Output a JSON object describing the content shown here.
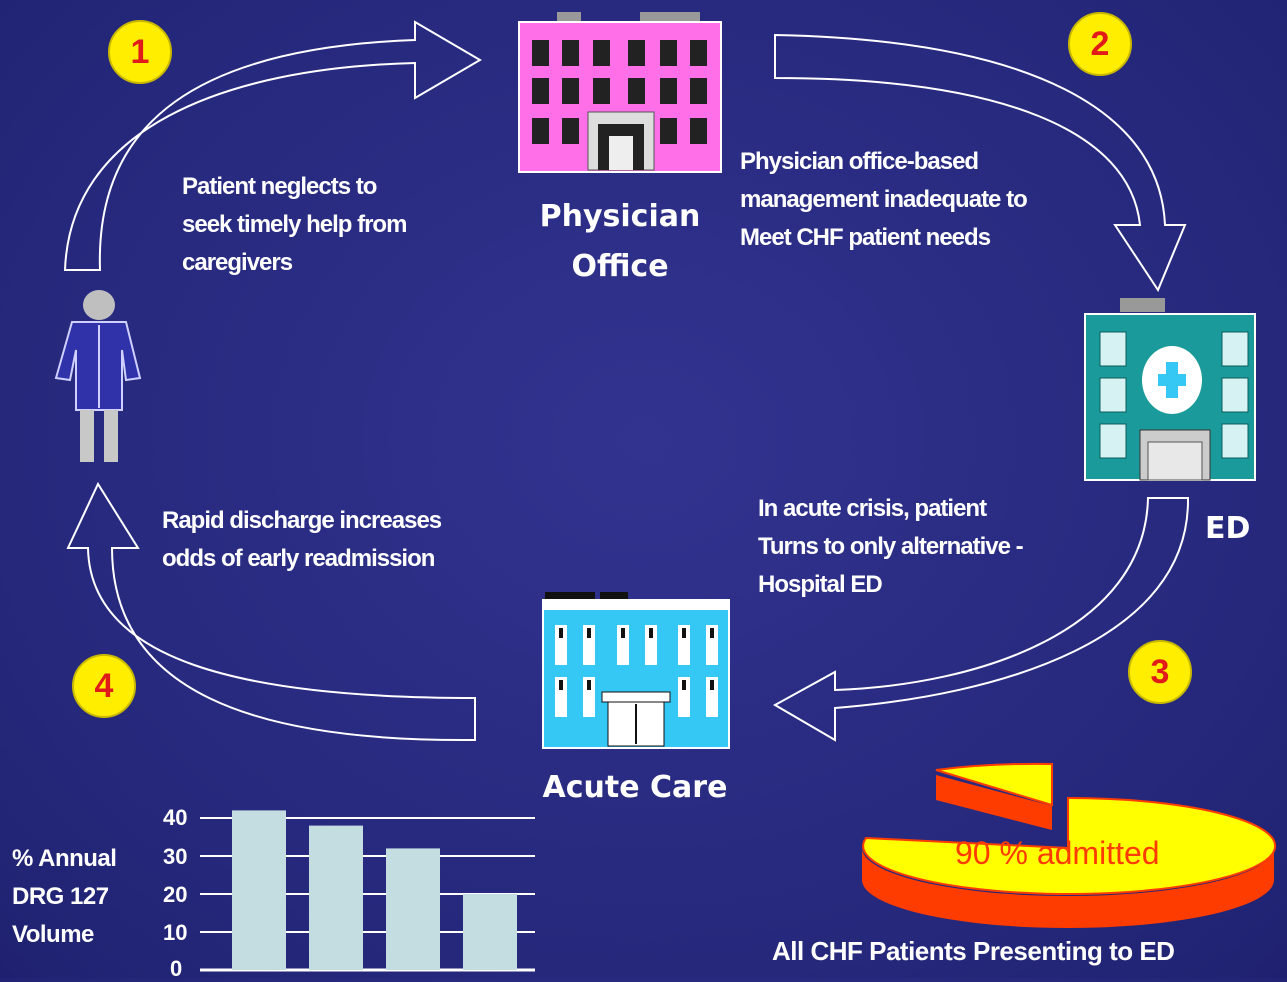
{
  "steps": [
    "1",
    "2",
    "3",
    "4"
  ],
  "nodes": {
    "physician_office": {
      "line1": "Physician",
      "line2": "Office"
    },
    "ed": "ED",
    "acute_care": "Acute Care"
  },
  "captions": {
    "step1": [
      "Patient neglects to",
      "seek timely help from",
      "caregivers"
    ],
    "step2": [
      "Physician office-based",
      "management inadequate to",
      "Meet CHF patient needs"
    ],
    "step3": [
      "In acute crisis, patient",
      "Turns to only alternative -",
      "Hospital ED"
    ],
    "step4": [
      "Rapid discharge increases",
      "odds of early readmission"
    ]
  },
  "pie_chart": {
    "label": "90 % admitted",
    "caption": "All CHF Patients Presenting to ED",
    "admitted_percent": 90,
    "colors": {
      "main": "#ffff00",
      "side": "#ff3c00",
      "text": "#ff3c00"
    }
  },
  "chart_data": {
    "type": "bar",
    "categories": [
      "",
      "",
      "",
      ""
    ],
    "values": [
      42,
      38,
      32,
      20
    ],
    "ylabel": [
      "% Annual",
      "DRG 127",
      "Volume"
    ],
    "yticks": [
      "40",
      "30",
      "20",
      "10",
      "0"
    ],
    "ylim": [
      0,
      40
    ],
    "bar_color": "#c3dde0",
    "grid": true
  },
  "colors": {
    "background": "#2b2d86",
    "step_badge": "#ffee00",
    "step_number": "#e11a1a",
    "physician_office": "#ff6fe0",
    "ed_building": "#1a9a9a",
    "acute_care_building": "#35c8f5"
  }
}
